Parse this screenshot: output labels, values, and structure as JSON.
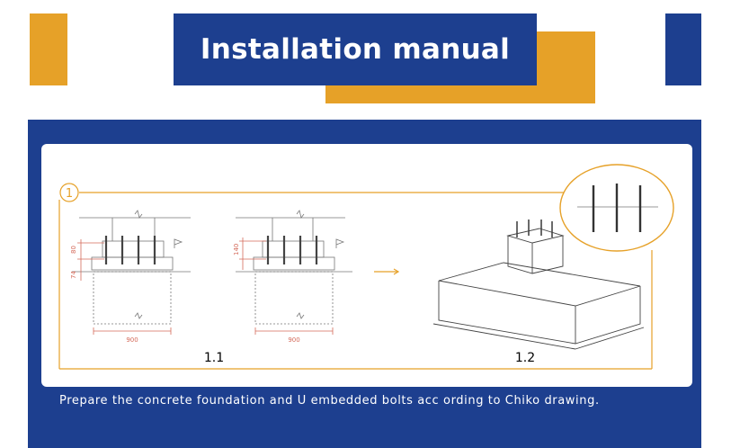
{
  "header": {
    "title": "Installation manual",
    "colors": {
      "navy": "#1d3f8f",
      "orange": "#e6a128"
    }
  },
  "figure": {
    "step_number": "1",
    "label_a": "1.1",
    "label_b": "1.2",
    "dim_a_1": "80",
    "dim_a_2": "74",
    "dim_a_width": "900",
    "dim_b_1": "140",
    "dim_b_width": "900"
  },
  "caption": "Prepare the concrete foundation and U embedded bolts acc ording to Chiko drawing."
}
